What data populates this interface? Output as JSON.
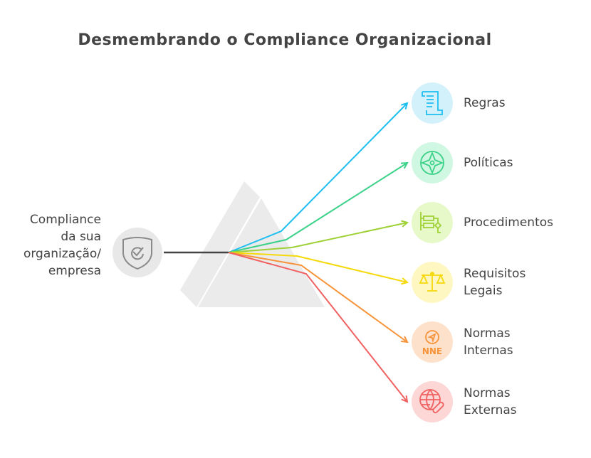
{
  "title": "Desmembrando o Compliance Organizacional",
  "source": {
    "lines": [
      "Compliance",
      "da sua",
      "organização/",
      "empresa"
    ],
    "icon": "shield-check-icon"
  },
  "branches": [
    {
      "label": [
        "Regras"
      ],
      "icon": "scroll-icon",
      "color": "#1EBFF0",
      "bg": "#D3F1FB"
    },
    {
      "label": [
        "Políticas"
      ],
      "icon": "compass-icon",
      "color": "#3DD28A",
      "bg": "#CFF7E2"
    },
    {
      "label": [
        "Procedimentos"
      ],
      "icon": "flowchart-icon",
      "color": "#9FD137",
      "bg": "#E7F9C9"
    },
    {
      "label": [
        "Requisitos",
        "Legais"
      ],
      "icon": "scales-icon",
      "color": "#F5D90A",
      "bg": "#FFF7C2"
    },
    {
      "label": [
        "Normas",
        "Internas"
      ],
      "icon": "nne-compass-icon",
      "color": "#F7943A",
      "bg": "#FDE1CB",
      "icon_text": "NNE"
    },
    {
      "label": [
        "Normas",
        "Externas"
      ],
      "icon": "globe-link-icon",
      "color": "#F06262",
      "bg": "#FDD6D6"
    }
  ]
}
